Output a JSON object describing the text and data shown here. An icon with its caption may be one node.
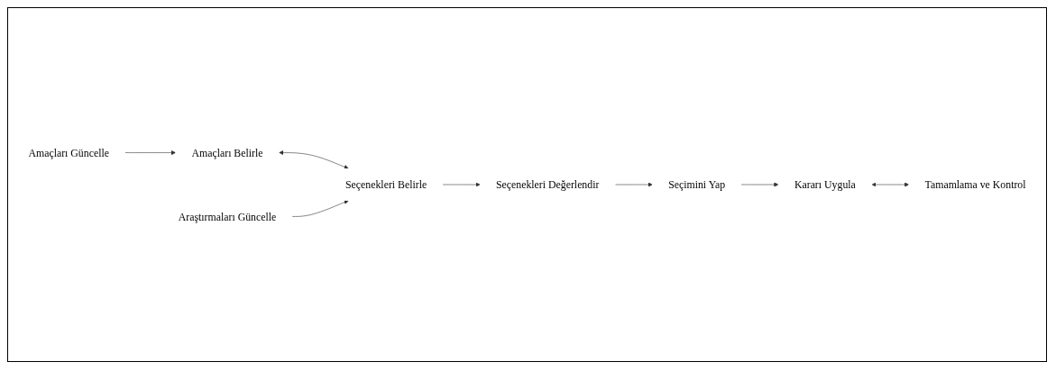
{
  "diagram": {
    "nodes": [
      {
        "text": [
          "Amaçları Belirle"
        ]
      },
      {
        "text": [
          "Seçenekleri Belirle"
        ]
      },
      {
        "text": [
          "Seçenekleri Değerlendir"
        ]
      },
      {
        "text": [
          "Amaçları Güncelle"
        ]
      },
      {
        "text": [
          "Araştırmaları Güncelle"
        ]
      },
      {
        "text": [
          "Tamamlama ve Kontrol"
        ]
      },
      {
        "text": [
          "Kararı Uygula"
        ]
      },
      {
        "text": [
          "Seçimini Yap"
        ]
      }
    ],
    "edges": [
      {
        "from": 0,
        "to": 1,
        "arrow": "both"
      },
      {
        "from": 1,
        "to": 2,
        "arrow": "to"
      },
      {
        "from": 2,
        "to": 7,
        "arrow": "to"
      },
      {
        "from": 7,
        "to": 6,
        "arrow": "to"
      },
      {
        "from": 6,
        "to": 5,
        "arrow": "both"
      },
      {
        "from": 3,
        "to": 0,
        "arrow": "to"
      },
      {
        "from": 4,
        "to": 1,
        "arrow": "to"
      }
    ]
  }
}
